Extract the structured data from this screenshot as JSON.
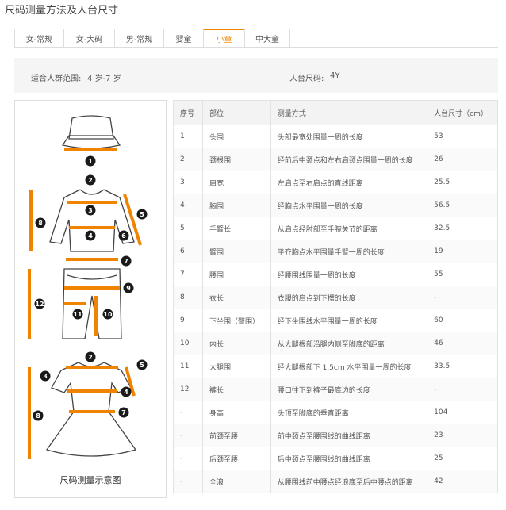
{
  "page": {
    "title": "尺码测量方法及人台尺寸"
  },
  "tabs": [
    {
      "label": "女-常规",
      "active": false
    },
    {
      "label": "女-大码",
      "active": false
    },
    {
      "label": "男-常规",
      "active": false
    },
    {
      "label": "婴童",
      "active": false
    },
    {
      "label": "小童",
      "active": true
    },
    {
      "label": "中大童",
      "active": false
    }
  ],
  "info": {
    "age_label": "适合人群范围:",
    "age_value": "4 岁-7 岁",
    "model_label": "人台尺码:",
    "model_value": "4Y"
  },
  "diagram": {
    "caption": "尺码测量示意图",
    "markers": [
      "1",
      "2",
      "3",
      "4",
      "5",
      "6",
      "7",
      "8",
      "9",
      "10",
      "11",
      "12",
      "2",
      "3",
      "4",
      "5",
      "7",
      "8"
    ]
  },
  "colors": {
    "accent": "#f08300",
    "marker": "#1a1a1a"
  },
  "table": {
    "headers": [
      "序号",
      "部位",
      "测量方式",
      "人台尺寸（cm）"
    ],
    "rows": [
      [
        "1",
        "头围",
        "头部最宽处围量一周的长度",
        "53"
      ],
      [
        "2",
        "颈根围",
        "经前后中颈点和左右肩颈点围量一周的长度",
        "26"
      ],
      [
        "3",
        "肩宽",
        "左肩点至右肩点的直线距离",
        "25.5"
      ],
      [
        "4",
        "胸围",
        "经胸点水平围量一周的长度",
        "56.5"
      ],
      [
        "5",
        "手臂长",
        "从肩点经肘部至手腕关节的距离",
        "32.5"
      ],
      [
        "6",
        "臂围",
        "平齐胸点水平围量手臂一周的长度",
        "19"
      ],
      [
        "7",
        "腰围",
        "经腰围线围量一周的长度",
        "55"
      ],
      [
        "8",
        "衣长",
        "衣服的肩点到下摆的长度",
        "-"
      ],
      [
        "9",
        "下坐围（臀围）",
        "经下坐围线水平围量一周的长度",
        "60"
      ],
      [
        "10",
        "内长",
        "从大腿根部沿腿内侧至脚底的距离",
        "46"
      ],
      [
        "11",
        "大腿围",
        "经大腿根部下 1.5cm 水平围量一周的长度",
        "33.5"
      ],
      [
        "12",
        "裤长",
        "腰口往下到裤子最底边的长度",
        "-"
      ],
      [
        "-",
        "身高",
        "头顶至脚底的垂直距离",
        "104"
      ],
      [
        "-",
        "前颈至腰",
        "前中颈点至腰围线的曲线距离",
        "23"
      ],
      [
        "-",
        "后颈至腰",
        "后中颈点至腰围线的曲线距离",
        "25"
      ],
      [
        "-",
        "全浪",
        "从腰围线前中腰点经浪底至后中腰点的距离",
        "42"
      ]
    ]
  }
}
